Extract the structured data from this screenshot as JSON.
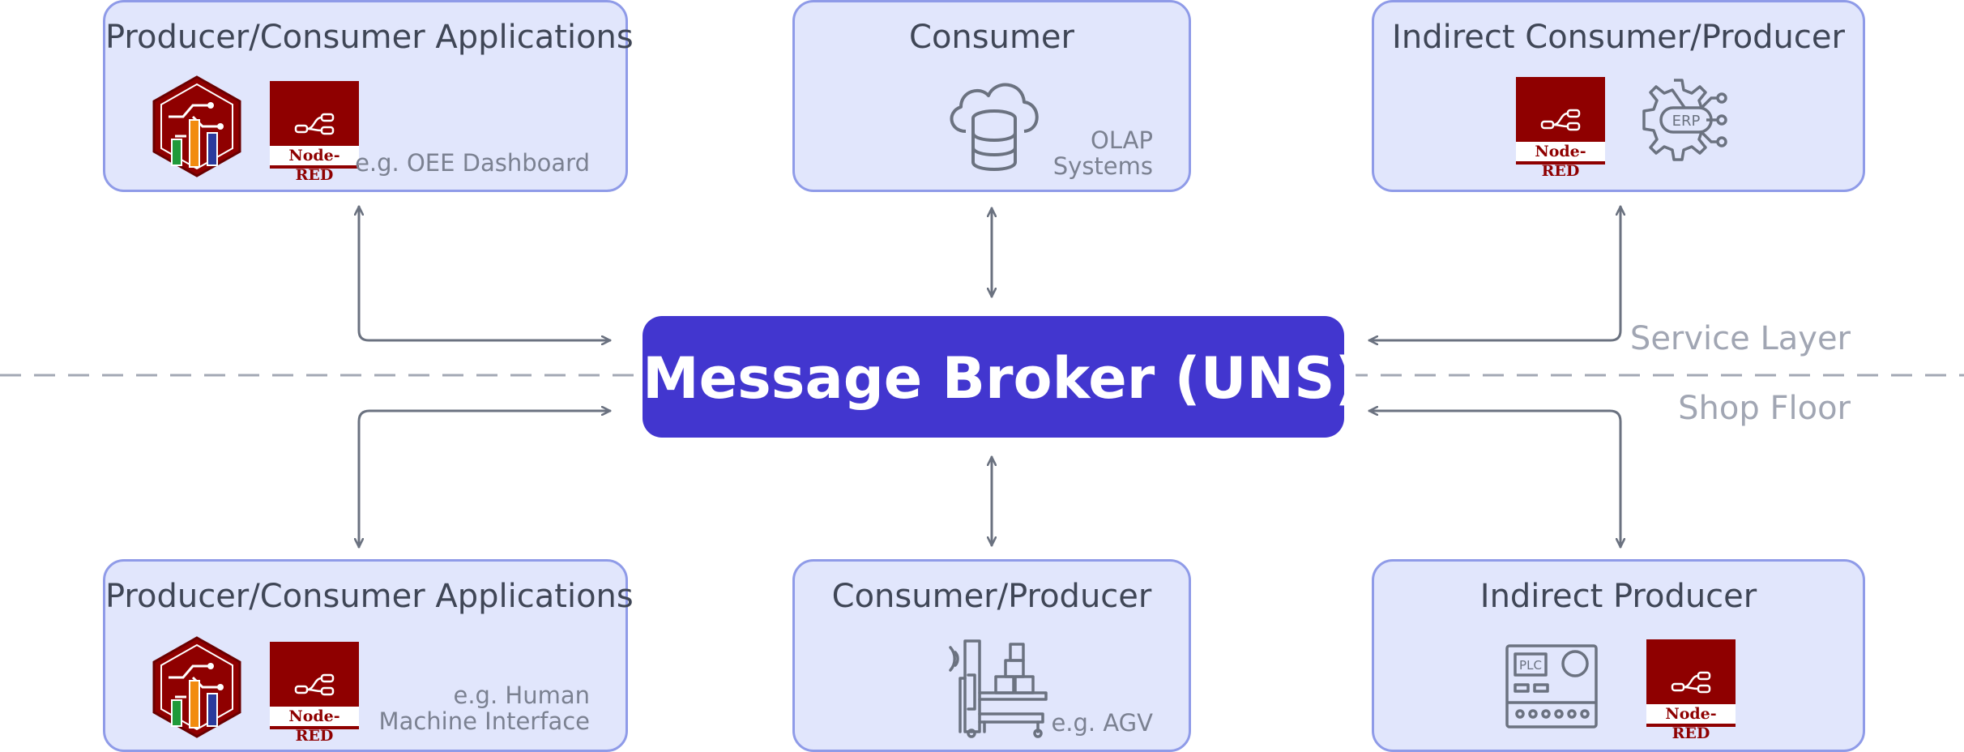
{
  "broker": {
    "label": "Message Broker (UNS)"
  },
  "layers": {
    "upper": "Service Layer",
    "lower": "Shop Floor"
  },
  "boxes": {
    "top_left": {
      "title": "Producer/Consumer Applications",
      "caption": "e.g. OEE Dashboard",
      "badge": "Node-RED"
    },
    "top_center": {
      "title": "Consumer",
      "caption_line1": "OLAP",
      "caption_line2": "Systems"
    },
    "top_right": {
      "title": "Indirect Consumer/Producer",
      "badge": "Node-RED",
      "erp_label": "ERP"
    },
    "bottom_left": {
      "title": "Producer/Consumer Applications",
      "caption_line1": "e.g. Human",
      "caption_line2": "Machine Interface",
      "badge": "Node-RED"
    },
    "bottom_center": {
      "title": "Consumer/Producer",
      "caption": "e.g. AGV"
    },
    "bottom_right": {
      "title": "Indirect Producer",
      "badge": "Node-RED",
      "plc_label": "PLC"
    }
  },
  "colors": {
    "box_fill": "#e1e6fc",
    "box_border": "#8f9be8",
    "broker": "#4236cf",
    "node_red": "#8f0000",
    "arrow": "#6b7280"
  }
}
